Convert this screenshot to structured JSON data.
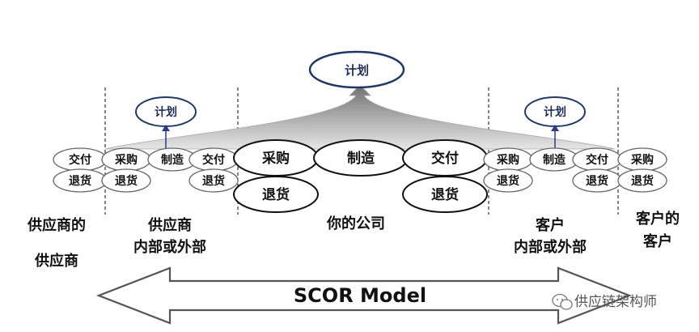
{
  "plan_label": "计划",
  "columns": [
    {
      "label_lines": [
        "供应商的",
        "供应商"
      ]
    },
    {
      "label_lines": [
        "供应商",
        "内部或外部"
      ]
    },
    {
      "label_lines": [
        "你的公司"
      ]
    },
    {
      "label_lines": [
        "客户",
        "内部或外部"
      ]
    },
    {
      "label_lines": [
        "客户的",
        "客户"
      ]
    }
  ],
  "processes": {
    "deliver": "交付",
    "return": "退货",
    "source": "采购",
    "make": "制造"
  },
  "arrow_label": "SCOR Model",
  "watermark": "供应链架构师",
  "colors": {
    "plan_stroke": "#1f3864",
    "arrow_fill": "#ffffff",
    "dashed": "#333333"
  }
}
